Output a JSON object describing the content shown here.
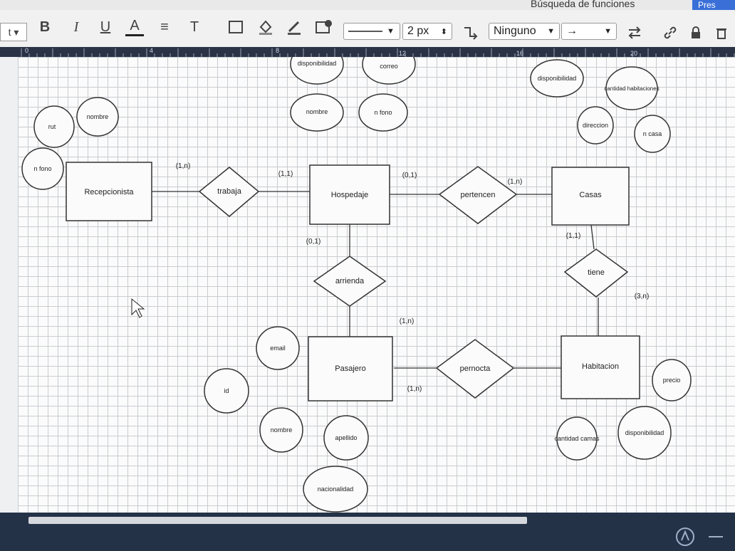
{
  "app": {
    "search_label": "Búsqueda de funciones",
    "present_button": "Pres"
  },
  "toolbar": {
    "dropdown_left": "t ▾",
    "bold_label": "B",
    "italic_label": "I",
    "underline_label": "U",
    "fontcolor_label": "A",
    "align_label": "≡",
    "textsize_label": "T",
    "line_width_value": "2 px",
    "arrow_start_value": "Ninguno",
    "arrow_end_value": "→"
  },
  "ruler": {
    "labels": [
      "0",
      "4",
      "8",
      "12",
      "16",
      "20"
    ]
  },
  "diagram": {
    "entities": [
      "Recepcionista",
      "Hospedaje",
      "Casas",
      "Pasajero",
      "Habitacion"
    ],
    "relationships": [
      "trabaja",
      "pertencen",
      "arrienda",
      "tiene",
      "pernocta"
    ],
    "attributes": {
      "recepcionista": [
        "rut",
        "nombre",
        "n fono"
      ],
      "hospedaje": [
        "disponibilidad",
        "correo",
        "nombre",
        "n fono"
      ],
      "casas": [
        "disponibilidad",
        "cantidad habitaciones",
        "direccion",
        "n casa"
      ],
      "pasajero": [
        "email",
        "id",
        "nombre",
        "apellido",
        "nacionalidad"
      ],
      "habitacion": [
        "precio",
        "cantidad camas",
        "disponibilidad"
      ]
    },
    "cardinalities": {
      "recepcionista_trabaja": "(1,n)",
      "hospedaje_trabaja": "(1,1)",
      "hospedaje_pertencen": "(0,1)",
      "casas_pertencen": "(1,n)",
      "hospedaje_arrienda": "(0,1)",
      "pasajero_arrienda": "(1,n)",
      "casas_tiene": "(1,1)",
      "habitacion_tiene": "(3,n)",
      "pasajero_pernocta": "(1,n)"
    }
  },
  "colors": {
    "grid_line": "#c9ccd0",
    "canvas_bg": "#fbfbfb",
    "shape_stroke": "#333333",
    "toolbar_bg": "#f1f1f1",
    "frame_bg": "#1f2a3a"
  }
}
